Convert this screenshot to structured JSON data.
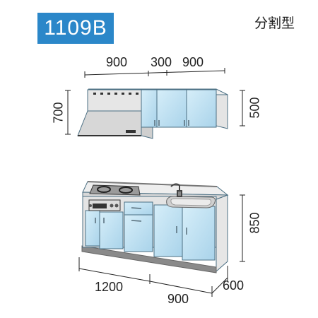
{
  "model": "1109B",
  "type_label": "分割型",
  "upper": {
    "widths": [
      "900",
      "300",
      "900"
    ],
    "height_left": "700",
    "height_right": "500"
  },
  "lower": {
    "width_left": "1200",
    "width_right": "900",
    "depth": "600",
    "height": "850"
  },
  "colors": {
    "badge": "#2b87c9",
    "door": "#bfe1f2",
    "door_edge": "#4b6f83",
    "body": "#e4e4e4",
    "plinth": "#8a8a8a"
  }
}
